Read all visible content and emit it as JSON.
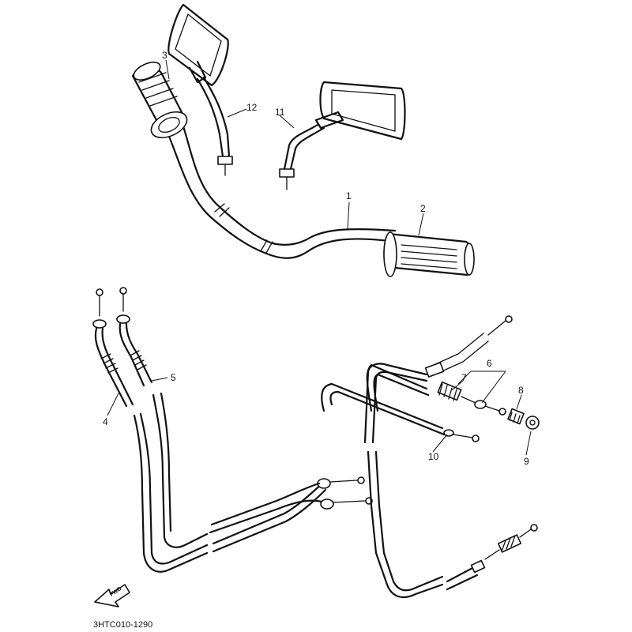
{
  "diagram": {
    "parts": [
      {
        "number": "1"
      },
      {
        "number": "2"
      },
      {
        "number": "3"
      },
      {
        "number": "4"
      },
      {
        "number": "5"
      },
      {
        "number": "6"
      },
      {
        "number": "7"
      },
      {
        "number": "8"
      },
      {
        "number": "9"
      },
      {
        "number": "10"
      },
      {
        "number": "11"
      },
      {
        "number": "12"
      }
    ],
    "drawing_code": "3HTC010-1290",
    "direction_arrow": {
      "label": "FWD",
      "icon": "forward-arrow-icon"
    }
  }
}
